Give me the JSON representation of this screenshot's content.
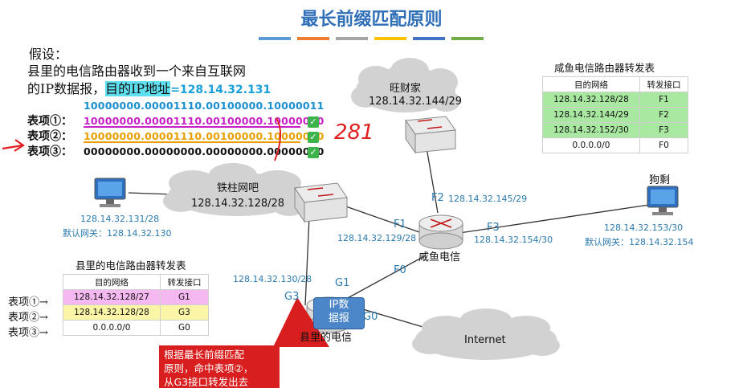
{
  "title": "最长前缀匹配原则",
  "color_bars": [
    "#5b9bd5",
    "#ed7d31",
    "#a5a5a5",
    "#ffc000",
    "#4472c4",
    "#70ad47"
  ],
  "intro": {
    "line1": "假设：",
    "line2": "县里的电信路由器收到一个来自互联网",
    "line3_prefix": "的IP数据报，",
    "line3_label": "目的IP地址",
    "line3_value": "=128.14.32.131"
  },
  "binary": {
    "dest": "10000000.00001110.00100000.10000011",
    "rows": [
      {
        "label": "表项①：",
        "value": "10000000.00001110.00100000.10000000"
      },
      {
        "label": "表项②：",
        "value": "10000000.00001110.00100000.10000000"
      },
      {
        "label": "表项③：",
        "value": "00000000.00000000.00000000.00000000"
      }
    ]
  },
  "handwritten": "281",
  "networks": {
    "wangcai": {
      "name": "旺财家",
      "prefix": "128.14.32.144/29"
    },
    "tiezhu": {
      "name": "铁柱网吧",
      "prefix": "128.14.32.128/28"
    },
    "internet": {
      "name": "Internet"
    }
  },
  "hosts": {
    "left": {
      "ip": "128.14.32.131/28",
      "gateway": "默认网关：128.14.32.130"
    },
    "right": {
      "name": "狗剩",
      "ip": "128.14.32.153/30",
      "gateway": "默认网关：128.14.32.154"
    }
  },
  "routers": {
    "xianyu": {
      "name": "咸鱼电信"
    },
    "county": {
      "name": "县里的电信"
    }
  },
  "interfaces": {
    "F1": {
      "name": "F1",
      "ip": "128.14.32.129/28"
    },
    "F2": {
      "name": "F2",
      "ip": "128.14.32.145/29"
    },
    "F3": {
      "name": "F3",
      "ip": "128.14.32.154/30"
    },
    "F0": {
      "name": "F0"
    },
    "G1": {
      "name": "G1"
    },
    "G3": {
      "name": "G3",
      "ip": "128.14.32.130/28"
    },
    "G0": {
      "name": "G0"
    }
  },
  "packet": {
    "line1": "IP数",
    "line2": "据报"
  },
  "xianyu_table": {
    "title": "咸鱼电信路由器转发表",
    "headers": [
      "目的网络",
      "转发接口"
    ],
    "rows": [
      [
        "128.14.32.128/28",
        "F1"
      ],
      [
        "128.14.32.144/29",
        "F2"
      ],
      [
        "128.14.32.152/30",
        "F3"
      ],
      [
        "0.0.0.0/0",
        "F0"
      ]
    ],
    "row_colors": [
      "#a9e8a0",
      "#a9e8a0",
      "#a9e8a0",
      "#ffffff"
    ]
  },
  "county_table": {
    "title": "县里的电信路由器转发表",
    "headers": [
      "目的网络",
      "转发接口"
    ],
    "row_labels": [
      "表项①",
      "表项②",
      "表项③"
    ],
    "rows": [
      [
        "128.14.32.128/27",
        "G1"
      ],
      [
        "128.14.32.128/28",
        "G3"
      ],
      [
        "0.0.0.0/0",
        "G0"
      ]
    ],
    "row_colors": [
      "#f5b8f0",
      "#fbf5a8",
      "#ffffff"
    ]
  },
  "callout": {
    "line1": "根据最长前缀匹配",
    "line2": "原则，命中表项②，",
    "line3": "从G3接口转发出去"
  },
  "colors": {
    "accent_blue": "#2e6fb8",
    "row1_magenta": "#c81fc8",
    "row2_orange": "#e8a000",
    "label_blue": "#2a7ab0",
    "callout_red": "#d81e1e"
  }
}
